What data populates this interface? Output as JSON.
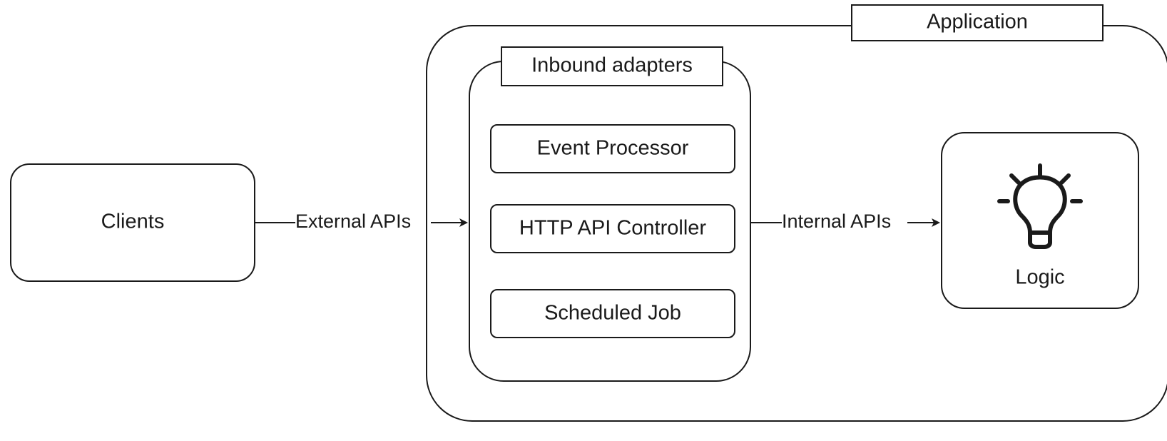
{
  "diagram": {
    "application_title": "Application",
    "inbound_title": "Inbound adapters",
    "clients_label": "Clients",
    "external_apis_label": "External APIs",
    "internal_apis_label": "Internal APIs",
    "adapters": [
      "Event Processor",
      "HTTP API Controller",
      "Scheduled Job"
    ],
    "logic_label": "Logic",
    "logic_icon": "lightbulb-icon"
  }
}
